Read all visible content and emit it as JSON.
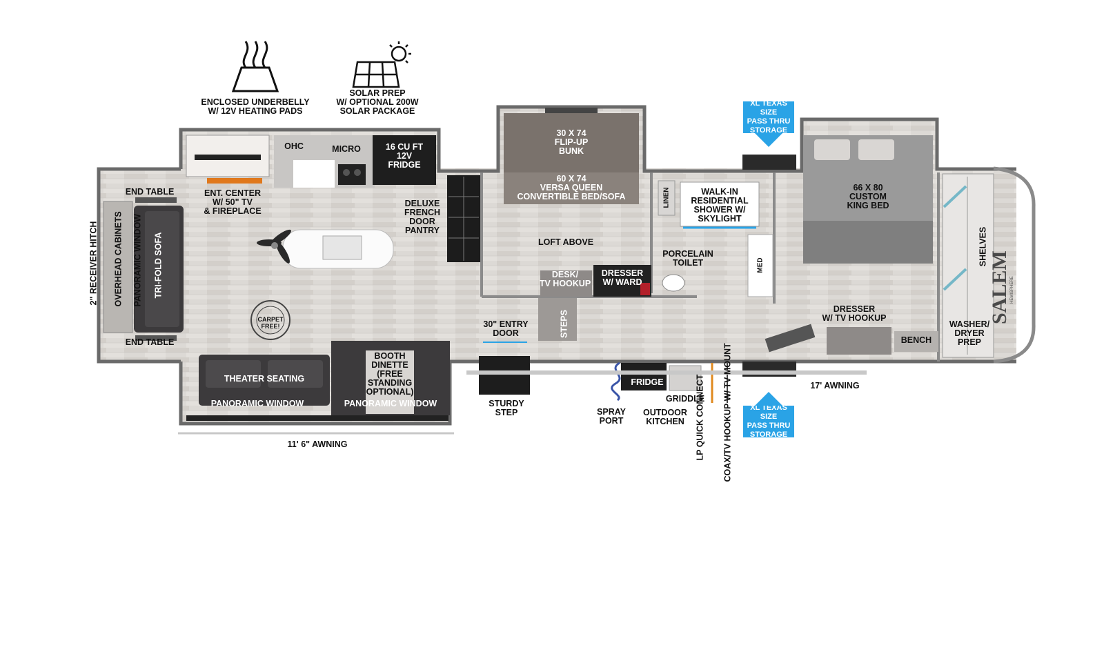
{
  "features": {
    "underbelly_text": "ENCLOSED UNDERBELLY\nW/ 12V HEATING PADS",
    "solar_text": "SOLAR PREP\nW/ OPTIONAL 200W\nSOLAR PACKAGE",
    "underbelly_icon": "heat-waves-icon",
    "solar_icon": "solar-panel-icon"
  },
  "brand": {
    "logo": "SALEM HEMISPHERE"
  },
  "colors": {
    "callout": "#2aa3e6",
    "floor": "#d9d6d2",
    "wall": "#6e6e6e",
    "upholstery": "#3c3a3c"
  },
  "labels": {
    "receiver_hitch": "2\" RECEIVER HITCH",
    "overhead_cabinets": "OVERHEAD CABINETS",
    "panoramic_window_front": "PANORAMIC WINDOW",
    "tri_fold_sofa": "TRI-FOLD SOFA",
    "end_table_top": "END TABLE",
    "end_table_bottom": "END TABLE",
    "ent_center": "ENT. CENTER\nW/ 50\" TV\n& FIREPLACE",
    "ohc": "OHC",
    "micro": "MICRO",
    "fridge_16": "16 CU FT\n12V\nFRIDGE",
    "pantry": "DELUXE\nFRENCH\nDOOR\nPANTRY",
    "carpet_free": "CARPET FREE!",
    "theater_seating": "THEATER SEATING",
    "panoramic_window_1": "PANORAMIC WINDOW",
    "panoramic_window_2": "PANORAMIC WINDOW",
    "booth_dinette": "BOOTH\nDINETTE\n(FREE\nSTANDING\nOPTIONAL)",
    "awning_front": "11' 6\" AWNING",
    "flip_up_bunk": "30 X 74\nFLIP-UP\nBUNK",
    "versa_queen": "60 X 74\nVERSA QUEEN\nCONVERTIBLE BED/SOFA",
    "loft_above": "LOFT ABOVE",
    "desk": "DESK/\nTV HOOKUP",
    "dresser_ward": "DRESSER\nW/ WARD",
    "steps": "STEPS",
    "entry_door": "30\" ENTRY\nDOOR",
    "sturdy_step": "STURDY\nSTEP",
    "linen": "LINEN",
    "shower": "WALK-IN\nRESIDENTIAL\nSHOWER W/\nSKYLIGHT",
    "toilet": "PORCELAIN\nTOILET",
    "med": "MED",
    "king_bed": "66 X 80\nCUSTOM\nKING BED",
    "dresser_tv": "DRESSER\nW/ TV HOOKUP",
    "bench": "BENCH",
    "washer_dryer": "WASHER/\nDRYER\nPREP",
    "shelves": "SHELVES",
    "storage_top": "XL TEXAS SIZE\nPASS THRU\nSTORAGE",
    "storage_bottom": "XL TEXAS SIZE\nPASS THRU\nSTORAGE",
    "awning_rear": "17' AWNING",
    "outdoor_fridge": "FRIDGE",
    "griddle": "GRIDDLE",
    "spray_port": "SPRAY\nPORT",
    "outdoor_kitchen": "OUTDOOR\nKITCHEN",
    "lp_quick_connect": "LP QUICK\nCONNECT",
    "coax_hookup": "COAX/TV HOOKUP\nW/ TV MOUNT"
  }
}
